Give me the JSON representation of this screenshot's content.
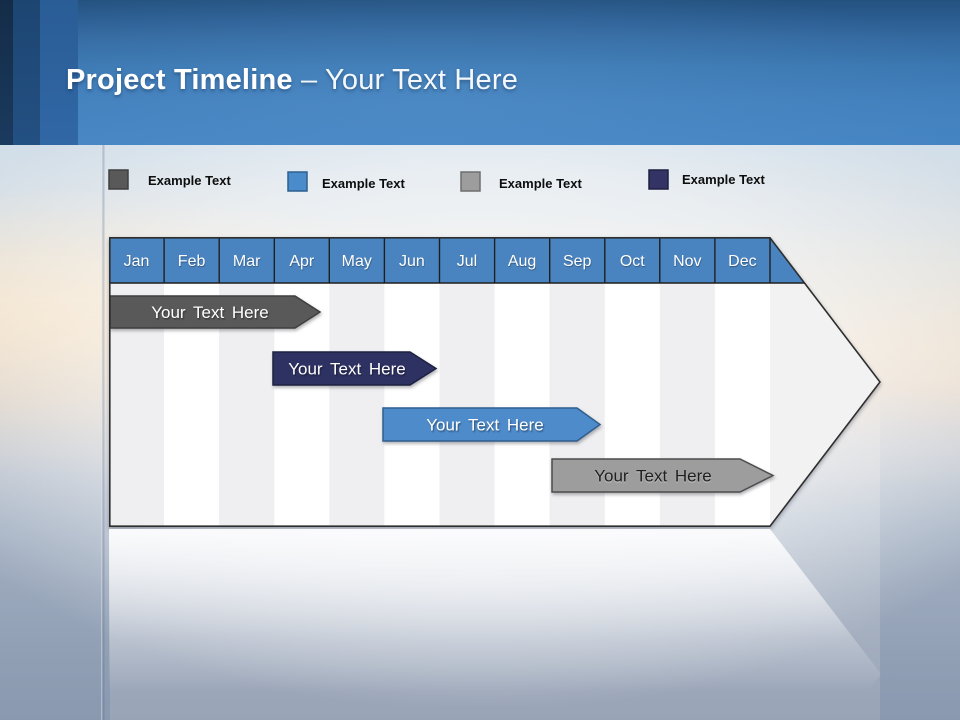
{
  "header": {
    "title_main": "Project Timeline ",
    "title_suffix": "– Your Text Here"
  },
  "legend": {
    "items": [
      {
        "label": "Example Text",
        "color": "#595959",
        "border": "#3f3f3f"
      },
      {
        "label": "Example Text",
        "color": "#4a8ccb",
        "border": "#2e5f8f"
      },
      {
        "label": "Example Text",
        "color": "#9d9d9d",
        "border": "#6e6e6e"
      },
      {
        "label": "Example Text",
        "color": "#333366",
        "border": "#1f2040"
      }
    ]
  },
  "timeline": {
    "months": [
      "Jan",
      "Feb",
      "Mar",
      "Apr",
      "May",
      "Jun",
      "Jul",
      "Aug",
      "Sep",
      "Oct",
      "Nov",
      "Dec"
    ],
    "header_fill": "#4a84c0",
    "outline_color": "#2e2e2e",
    "bars": [
      {
        "label": "Your Text Here",
        "fill": "#595959",
        "stroke": "#3f3f3f",
        "text_color": "#ffffff",
        "span": "Jan–Apr"
      },
      {
        "label": "Your Text Here",
        "fill": "#2e3263",
        "stroke": "#1d2142",
        "text_color": "#ffffff",
        "span": "Apr–Jun"
      },
      {
        "label": "Your Text Here",
        "fill": "#4e8bcb",
        "stroke": "#2e5f8f",
        "text_color": "#ffffff",
        "span": "Jun–Sep"
      },
      {
        "label": "Your Text Here",
        "fill": "#9d9d9d",
        "stroke": "#4d4d4d",
        "text_color": "#1f1f1f",
        "span": "Sep–Dec"
      }
    ]
  }
}
